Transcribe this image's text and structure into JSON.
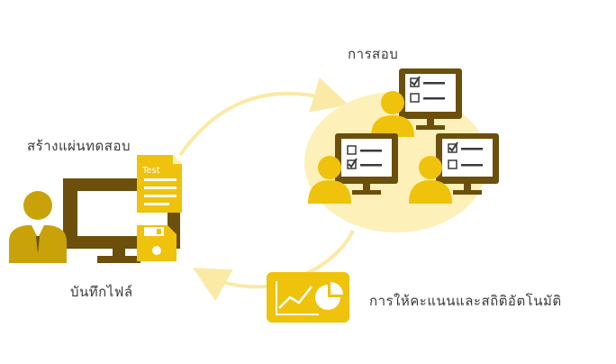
{
  "labels": {
    "create": "สร้างแผ่นทดสอบ",
    "exam": "การสอบ",
    "save": "บันทึกไฟล์",
    "grading": "การให้คะแนนและสถิติอัตโนมัติ"
  },
  "test_sheet_text": "Test",
  "icons": {
    "teacher": "teacher-computer-icon",
    "test_sheet": "test-document-icon",
    "save": "floppy-disk-icon",
    "exam_students": "students-at-computers-icon",
    "chart": "statistics-chart-icon"
  },
  "colors": {
    "gold": "#efc20b",
    "gold_dark": "#c9a20a",
    "brown": "#6b4f0a",
    "pale_yellow": "#fdf0b8",
    "arrow": "#fbe9a6"
  }
}
